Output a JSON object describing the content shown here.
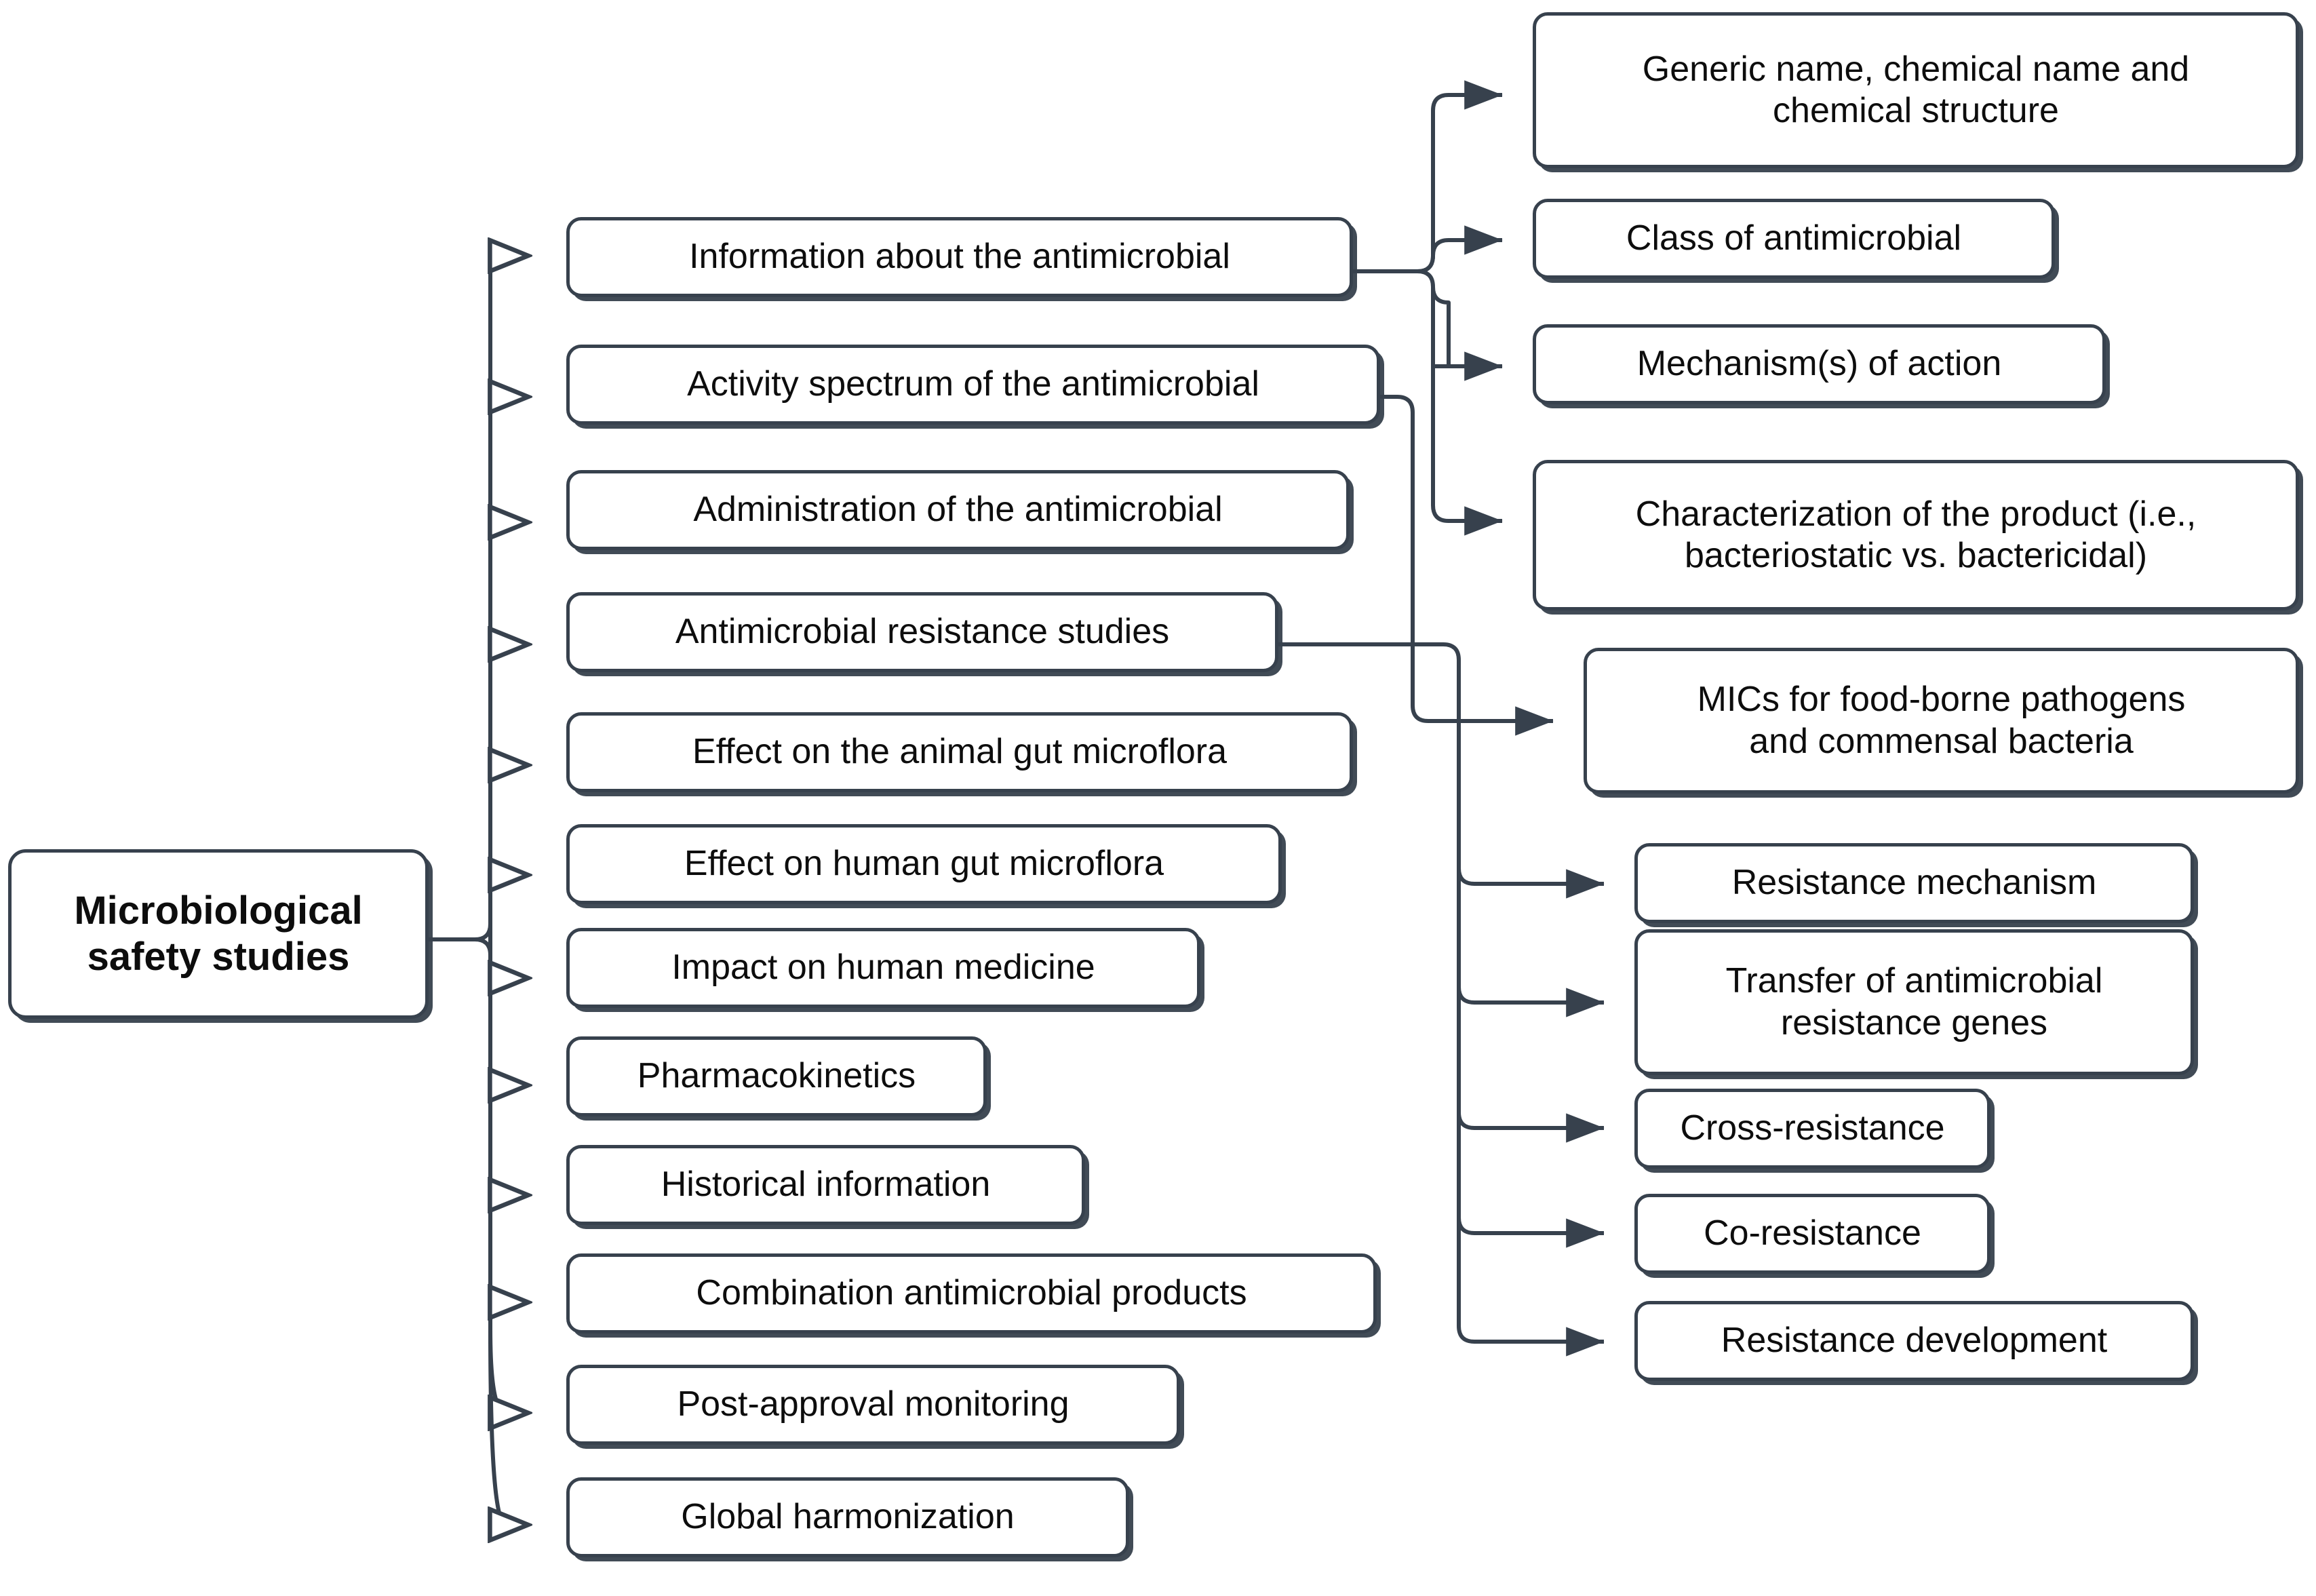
{
  "diagram": {
    "title": "Microbiological safety studies framework",
    "colors": {
      "border": "#37414d",
      "text": "#0d0d0d",
      "background": "#ffffff",
      "connector": "#37414d"
    },
    "root": {
      "label": "Microbiological safety studies",
      "line1": "Microbiological",
      "line2": "safety studies"
    },
    "branches": [
      {
        "id": "information",
        "label": "Information about the antimicrobial"
      },
      {
        "id": "activity",
        "label": "Activity spectrum of the antimicrobial"
      },
      {
        "id": "administration",
        "label": "Administration of the antimicrobial"
      },
      {
        "id": "resistance",
        "label": "Antimicrobial resistance studies"
      },
      {
        "id": "animalgut",
        "label": "Effect on the animal gut microflora"
      },
      {
        "id": "humangut",
        "label": "Effect on human gut microflora"
      },
      {
        "id": "humanmed",
        "label": "Impact on human medicine"
      },
      {
        "id": "pharmacokinetics",
        "label": "Pharmacokinetics"
      },
      {
        "id": "historical",
        "label": "Historical information"
      },
      {
        "id": "combination",
        "label": "Combination antimicrobial products"
      },
      {
        "id": "postapproval",
        "label": "Post-approval monitoring"
      },
      {
        "id": "harmonization",
        "label": "Global harmonization"
      }
    ],
    "leaves": [
      {
        "id": "generic",
        "parent": "information",
        "line1": "Generic name, chemical name and",
        "line2": "chemical structure"
      },
      {
        "id": "class",
        "parent": "information",
        "line1": "Class of antimicrobial",
        "line2": ""
      },
      {
        "id": "mechanism",
        "parent": "information",
        "line1": "Mechanism(s) of action",
        "line2": ""
      },
      {
        "id": "character",
        "parent": "information",
        "line1": "Characterization of the product (i.e.,",
        "line2": "bacteriostatic vs. bactericidal)"
      },
      {
        "id": "mics",
        "parent": "activity",
        "line1": "MICs for food-borne pathogens",
        "line2": "and commensal bacteria"
      },
      {
        "id": "resmech",
        "parent": "resistance",
        "line1": "Resistance mechanism",
        "line2": ""
      },
      {
        "id": "transfer",
        "parent": "resistance",
        "line1": "Transfer of antimicrobial",
        "line2": "resistance genes"
      },
      {
        "id": "cross",
        "parent": "resistance",
        "line1": "Cross-resistance",
        "line2": ""
      },
      {
        "id": "co",
        "parent": "resistance",
        "line1": "Co-resistance",
        "line2": ""
      },
      {
        "id": "resdev",
        "parent": "resistance",
        "line1": "Resistance development",
        "line2": ""
      }
    ]
  }
}
